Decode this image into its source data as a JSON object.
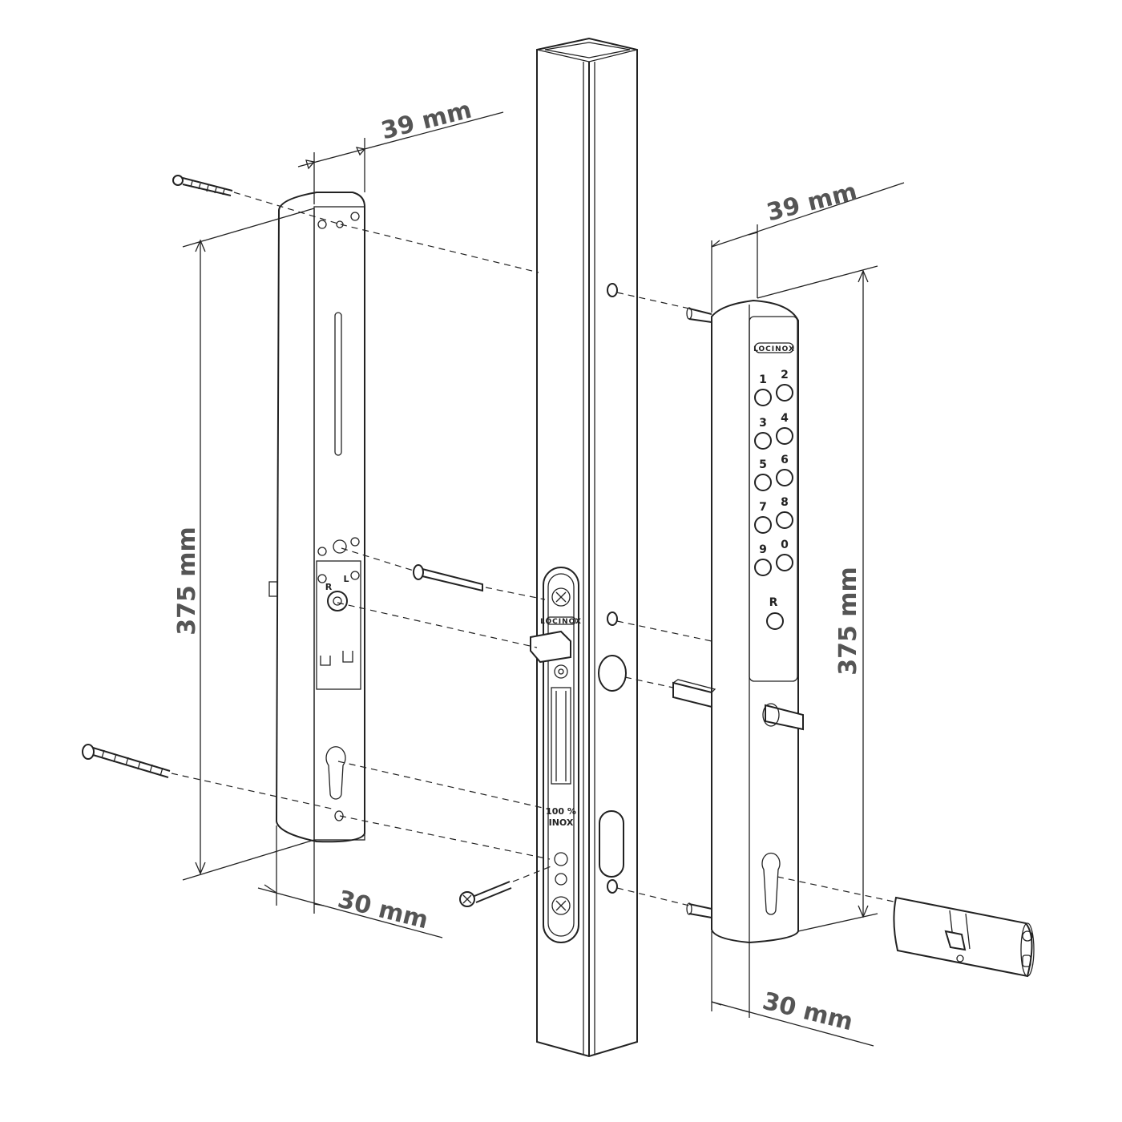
{
  "dimensions": {
    "left_width": "39 mm",
    "left_height": "375 mm",
    "left_depth": "30 mm",
    "right_width": "39 mm",
    "right_height": "375 mm",
    "right_depth": "30 mm"
  },
  "keypad": {
    "brand": "LOCINOX",
    "keys": [
      "1",
      "2",
      "3",
      "4",
      "5",
      "6",
      "7",
      "8",
      "9",
      "0"
    ],
    "reset_key": "R"
  },
  "lock_body": {
    "brand": "LOCINOX",
    "material_line1": "100 %",
    "material_line2": "INOX"
  },
  "back_plate": {
    "right_label": "R",
    "left_label": "L"
  }
}
